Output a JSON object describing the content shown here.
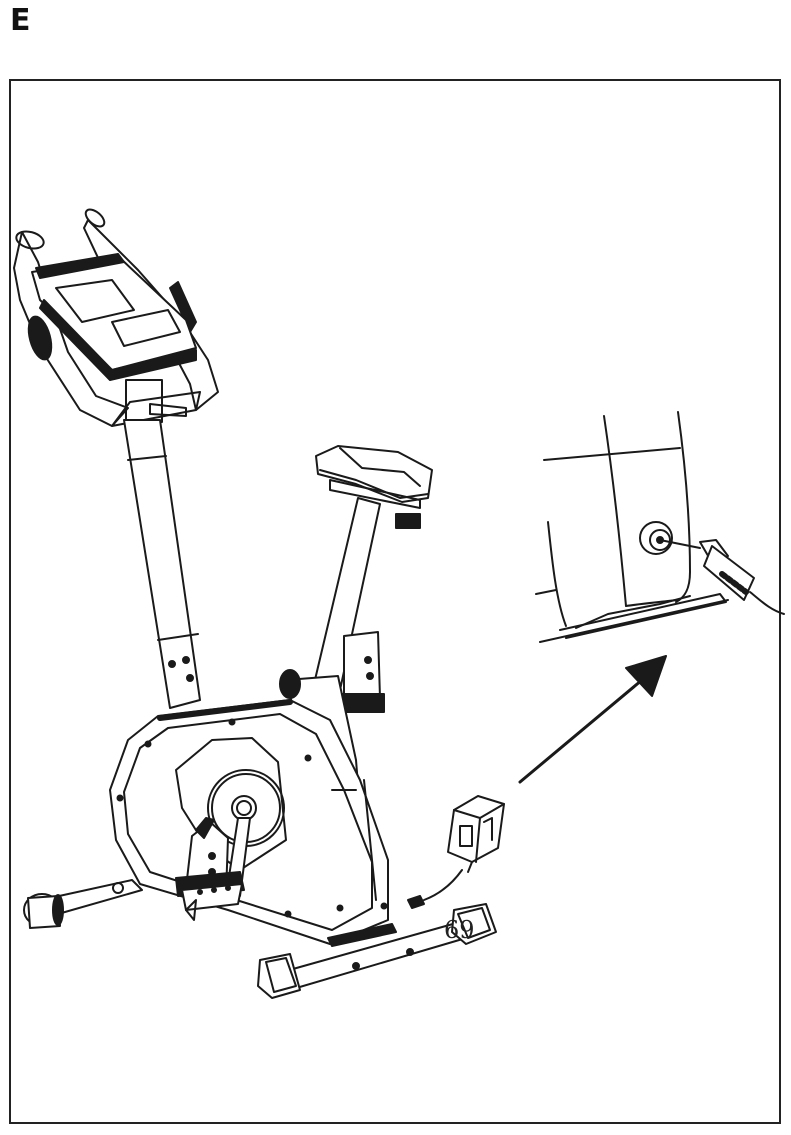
{
  "page": {
    "step_letter": "E",
    "part_number": "69"
  },
  "colors": {
    "line": "#1a1a1a",
    "fill_dark": "#1a1a1a",
    "background": "#ffffff"
  },
  "icons": [
    "exercise-bike",
    "power-adapter",
    "dc-plug",
    "arrow-up-right"
  ]
}
